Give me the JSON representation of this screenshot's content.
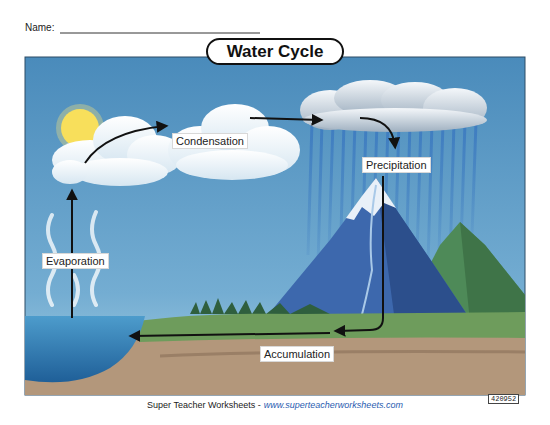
{
  "diagram": {
    "title": "Water Cycle",
    "nodes": [
      {
        "text": [
          "Condensation"
        ]
      },
      {
        "text": [
          "Precipitation"
        ]
      },
      {
        "text": [
          "Evaporation"
        ]
      },
      {
        "text": [
          "Accumulation"
        ]
      }
    ],
    "labels": [
      "Name:",
      "Super Teacher Worksheets -",
      "www.superteacherworksheets.com",
      "420952"
    ]
  }
}
